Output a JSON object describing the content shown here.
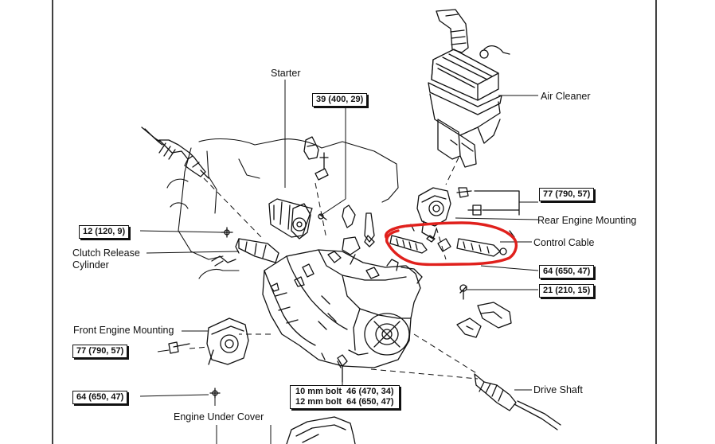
{
  "labels": {
    "starter": "Starter",
    "air_cleaner": "Air Cleaner",
    "rear_engine_mounting": "Rear Engine Mounting",
    "control_cable": "Control Cable",
    "clutch_release_line1": "Clutch Release",
    "clutch_release_line2": "Cylinder",
    "front_engine_mounting": "Front Engine Mounting",
    "drive_shaft": "Drive Shaft",
    "engine_under_cover": "Engine Under Cover"
  },
  "torque_specs": {
    "starter_bolt": "39 (400, 29)",
    "rear_mount_bolt": "77 (790, 57)",
    "clutch_cylinder_bolt": "12 (120, 9)",
    "control_cable_bolt": "64 (650, 47)",
    "bracket_bolt": "21 (210, 15)",
    "front_mount_bolt": "77 (790, 57)",
    "front_mount_lower_bolt": "64 (650, 47)",
    "transaxle_bolt_line1": "10 mm bolt  46 (470, 34)",
    "transaxle_bolt_line2": "12 mm bolt  64 (650, 47)"
  },
  "colors": {
    "ink": "#111111",
    "highlight": "#e0201c"
  }
}
